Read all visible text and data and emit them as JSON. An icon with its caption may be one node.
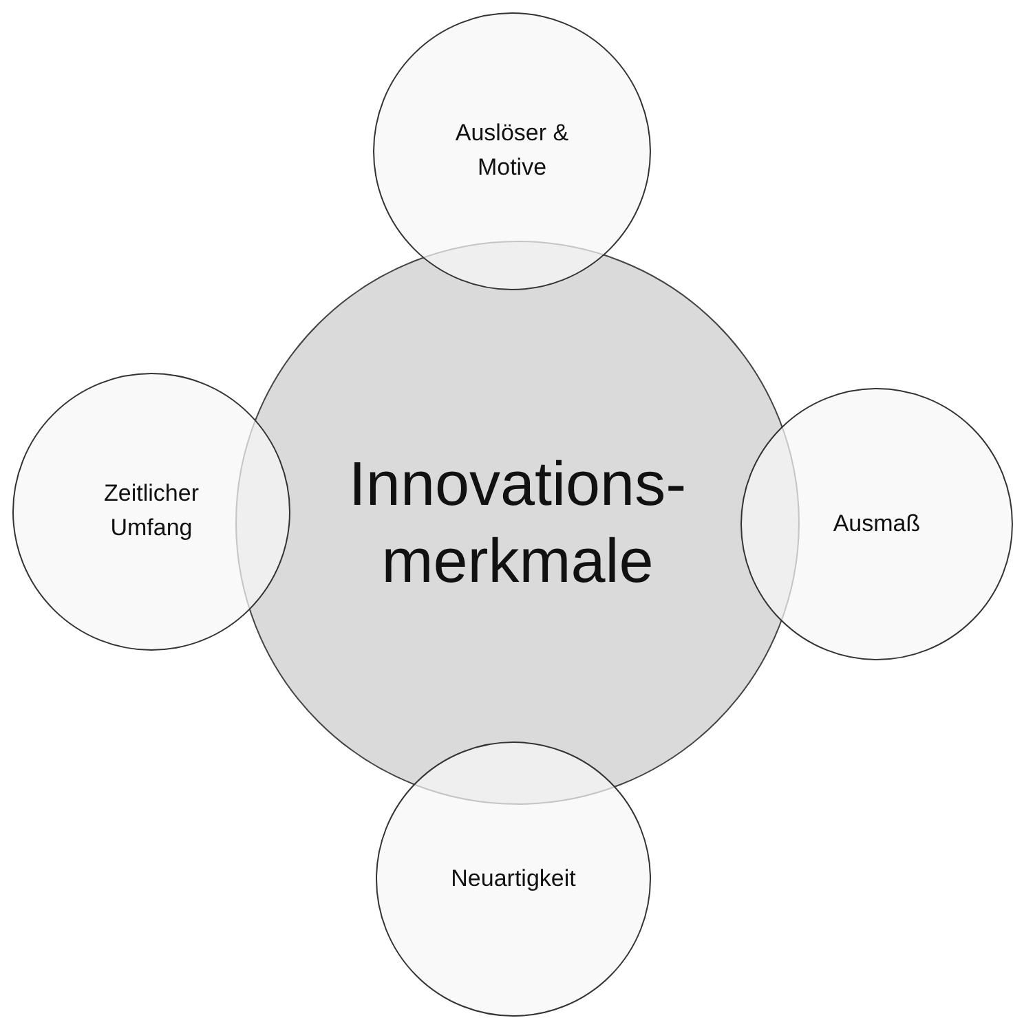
{
  "diagram": {
    "nodes": [
      {
        "text": [
          "Auslöser & Motive"
        ]
      },
      {
        "text": [
          "Zeitlicher Umfang"
        ]
      },
      {
        "text": [
          "Innovations- merkmale"
        ]
      },
      {
        "text": [
          "Ausmaß"
        ]
      },
      {
        "text": [
          "Neuartigkeit"
        ]
      }
    ]
  }
}
